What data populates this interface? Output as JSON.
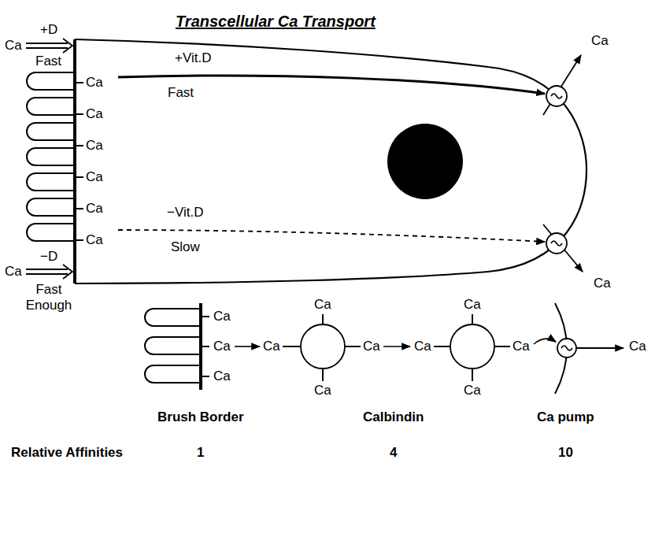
{
  "diagram": {
    "title": "Transcellular Ca Transport",
    "labels": [
      "+D",
      "Ca",
      "Fast",
      "+Vit.D",
      "Fast",
      "Ca",
      "Ca",
      "Ca",
      "Ca",
      "Ca",
      "Ca",
      "Ca",
      "−D",
      "Ca",
      "Fast Enough",
      "−Vit.D",
      "Slow",
      "Ca",
      "Ca",
      "Ca",
      "Ca",
      "Ca",
      "Ca",
      "Ca",
      "Ca",
      "Ca",
      "Ca",
      "Ca",
      "Ca",
      "Ca",
      "Brush Border",
      "Calbindin",
      "Ca pump",
      "Relative Affinities",
      "1",
      "4",
      "10"
    ]
  }
}
